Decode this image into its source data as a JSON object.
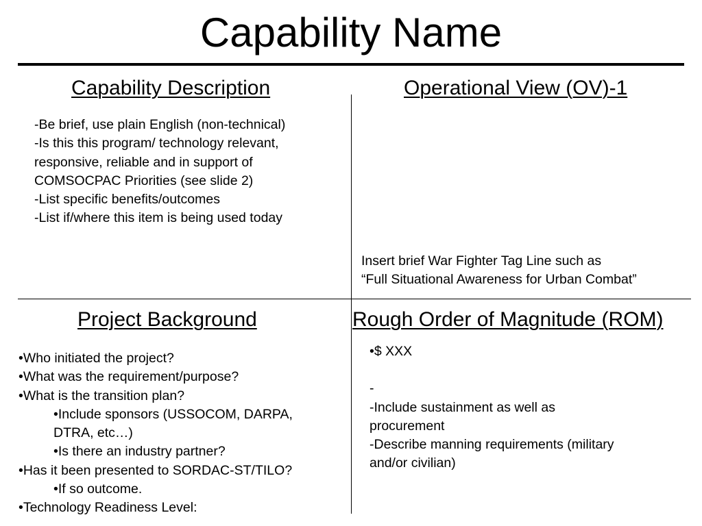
{
  "slide": {
    "title": "Capability Name",
    "description": {
      "heading": "Capability Description",
      "lines": [
        "-Be brief, use plain English (non-technical)",
        "-Is this this program/ technology relevant,",
        "responsive, reliable and in support of",
        "COMSOCPAC Priorities (see slide 2)",
        "-List specific benefits/outcomes",
        "-List if/where this item is being used today"
      ]
    },
    "ov": {
      "heading": "Operational View (OV)-1",
      "tagline_lines": [
        "Insert brief War Fighter Tag Line such as",
        "“Full Situational Awareness for Urban Combat”"
      ]
    },
    "background": {
      "heading": "Project Background",
      "items": [
        "•Who initiated the project?",
        "•What was the requirement/purpose?",
        "•What is the transition plan?",
        "•Include sponsors (USSOCOM, DARPA,",
        "DTRA, etc…)",
        "•Is there an industry partner?",
        "•Has it been presented to SORDAC-ST/TILO?",
        "•If so outcome.",
        "•Technology Readiness Level:"
      ]
    },
    "rom": {
      "heading": "Rough Order of Magnitude (ROM)",
      "bullet": "•$ XXX",
      "lines": [
        "-",
        "-Include sustainment as well as",
        "procurement",
        "-Describe manning requirements (military",
        "and/or civilian)"
      ]
    }
  }
}
